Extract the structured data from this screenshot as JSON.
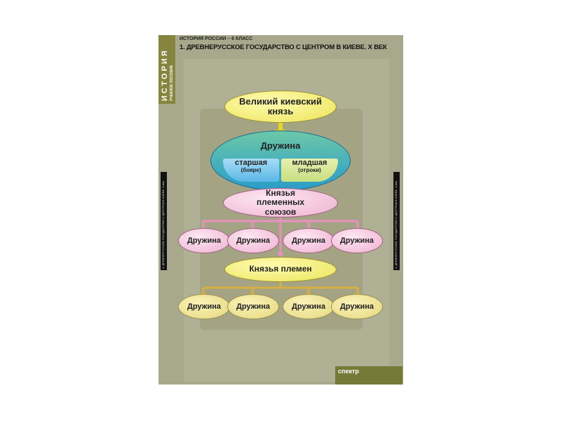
{
  "header": {
    "series": "ИСТОРИЯ",
    "series_sub": "УЧЕБНОЕ ПОСОБИЕ",
    "subtitle": "ИСТОРИЯ РОССИИ – 6 КЛАСС",
    "title": "1.  ДРЕВНЕРУССКОЕ ГОСУДАРСТВО С ЦЕНТРОМ В КИЕВЕ.  X ВЕК"
  },
  "spine_text": "1. ДРЕВНЕРУССКОЕ ГОСУДАРСТВО С ЦЕНТРОМ В КИЕВЕ. X век",
  "diagram": {
    "grand_prince": "Великий киевский князь",
    "druzhina": "Дружина",
    "senior": "старшая",
    "senior_note": "(бояре)",
    "junior": "младшая",
    "junior_note": "(отроки)",
    "union_princes": "Князья племенных союзов",
    "union_druzhinas": [
      "Дружина",
      "Дружина",
      "Дружина",
      "Дружина"
    ],
    "tribe_princes": "Князья племен",
    "tribe_druzhinas": [
      "Дружина",
      "Дружина",
      "Дружина",
      "Дружина"
    ]
  },
  "footer": {
    "publisher": "спектр"
  }
}
